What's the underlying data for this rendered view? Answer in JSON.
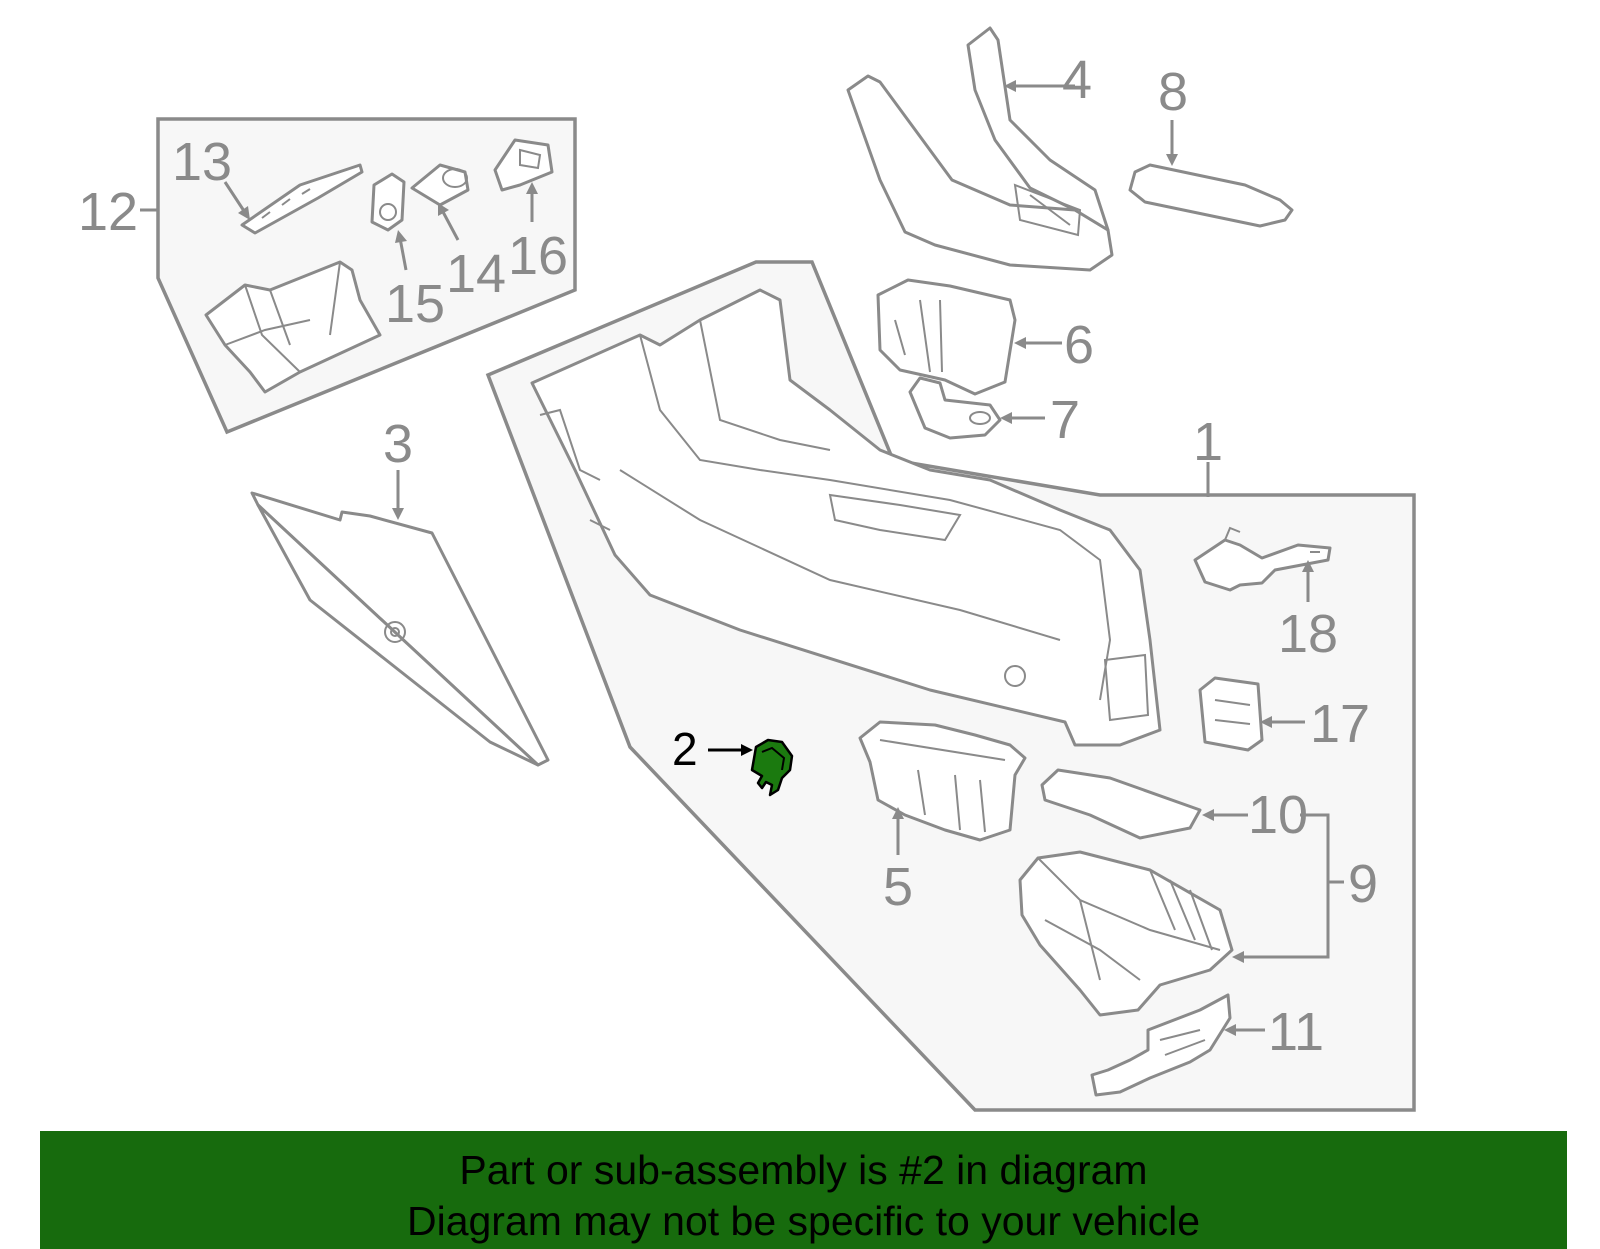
{
  "colors": {
    "line_gray": "#8a8a8a",
    "box_fill": "#f7f7f7",
    "highlight_part": "#1b7a0f",
    "banner_bg": "#176b0d",
    "banner_text": "#000000"
  },
  "callouts": {
    "c1": "1",
    "c2": "2",
    "c3": "3",
    "c4": "4",
    "c5": "5",
    "c6": "6",
    "c7": "7",
    "c8": "8",
    "c9": "9",
    "c10": "10",
    "c11": "11",
    "c12": "12",
    "c13": "13",
    "c14": "14",
    "c15": "15",
    "c16": "16",
    "c17": "17",
    "c18": "18"
  },
  "highlighted_callout": "2",
  "banner": {
    "line1": "Part or sub-assembly is #2 in diagram",
    "line2": "Diagram may not be specific to your vehicle"
  }
}
